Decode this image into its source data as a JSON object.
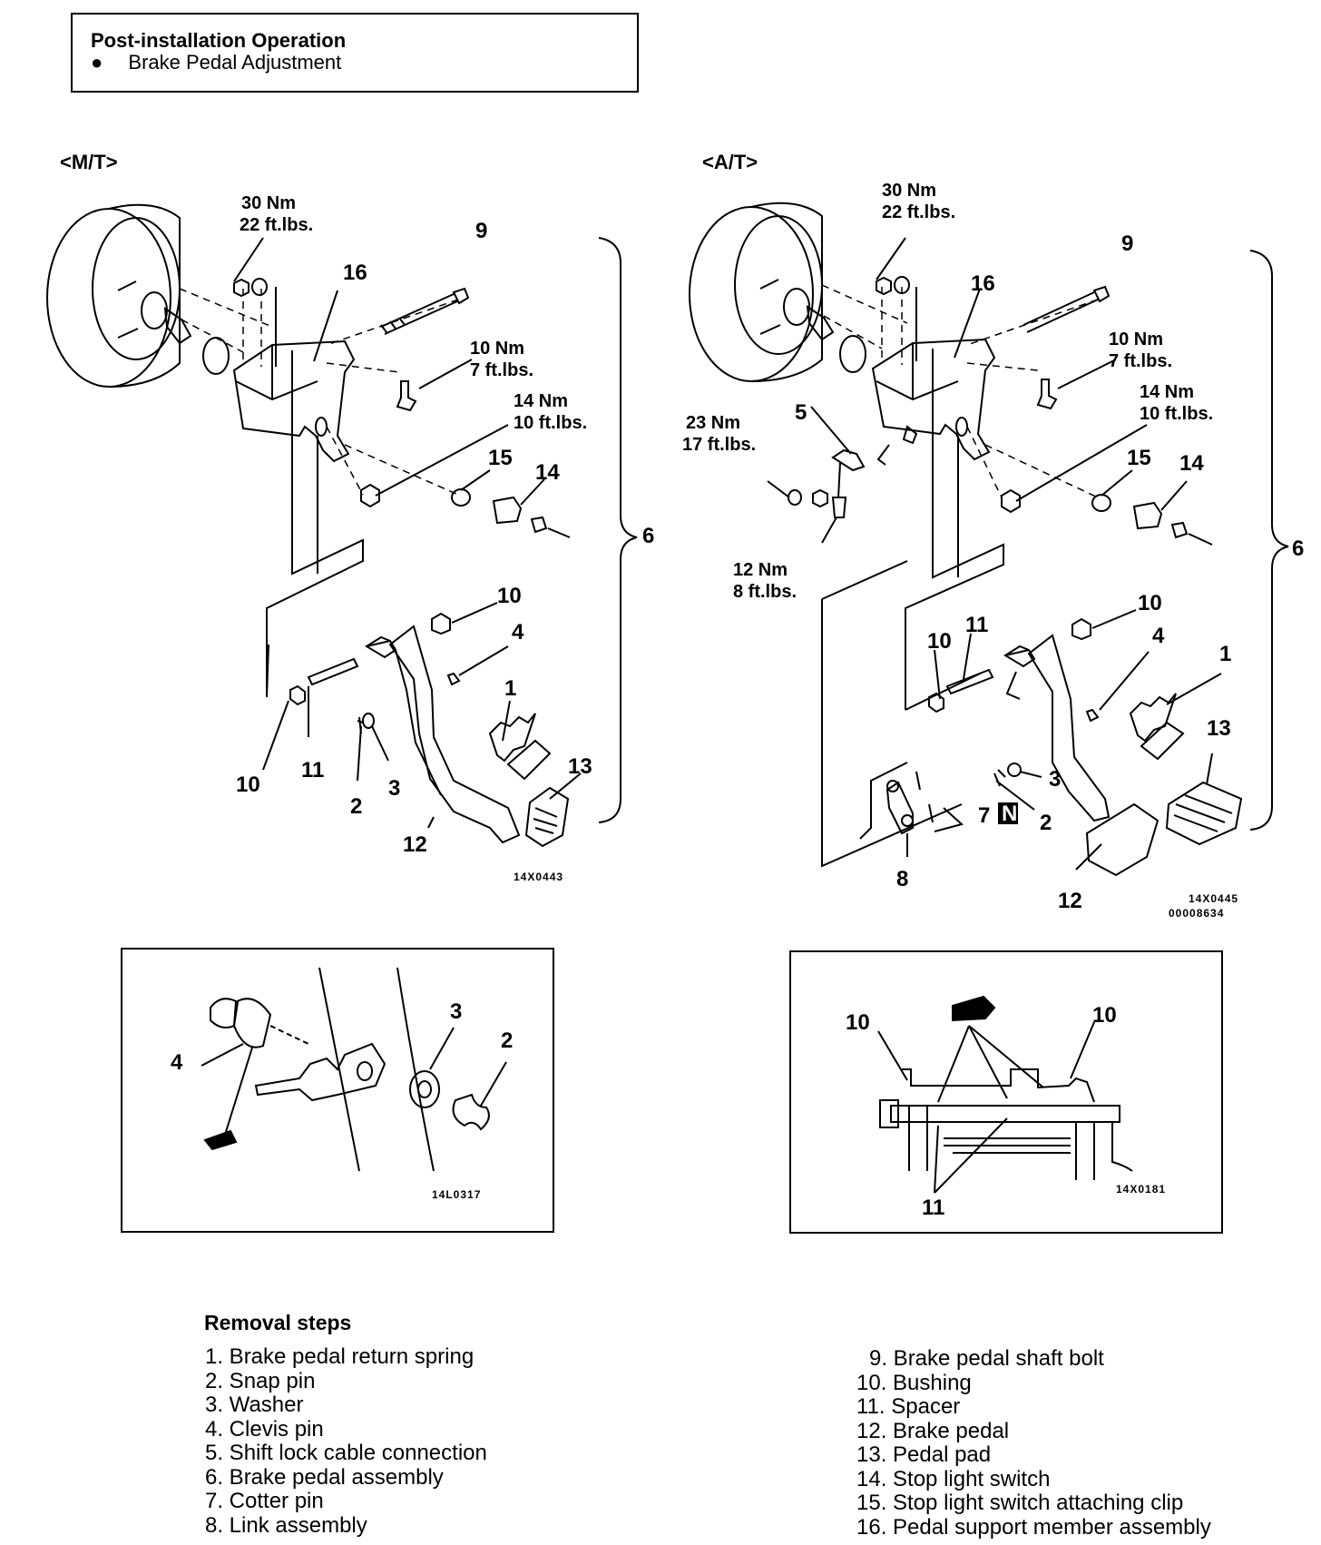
{
  "note": {
    "title": "Post-installation Operation",
    "bullet": "●",
    "item": "Brake Pedal Adjustment"
  },
  "mt": {
    "heading": "<M/T>",
    "torque_30": [
      "30 Nm",
      "22 ft.lbs."
    ],
    "torque_10": [
      "10 Nm",
      "7 ft.lbs."
    ],
    "torque_14": [
      "14 Nm",
      "10 ft.lbs."
    ],
    "code": "14X0443"
  },
  "at": {
    "heading": "<A/T>",
    "torque_30": [
      "30 Nm",
      "22 ft.lbs."
    ],
    "torque_10": [
      "10 Nm",
      "7 ft.lbs."
    ],
    "torque_14": [
      "14 Nm",
      "10 ft.lbs."
    ],
    "torque_23": [
      "23 Nm",
      "17 ft.lbs."
    ],
    "torque_12": [
      "12 Nm",
      "8 ft.lbs."
    ],
    "code": [
      "14X0445",
      "00008634"
    ],
    "n_mark": "N"
  },
  "inset_left": {
    "code": "14L0317"
  },
  "inset_right": {
    "code": "14X0181"
  },
  "callouts": [
    "1",
    "2",
    "3",
    "4",
    "5",
    "6",
    "7",
    "8",
    "9",
    "10",
    "11",
    "12",
    "13",
    "14",
    "15",
    "16"
  ],
  "removal": {
    "title": "Removal steps",
    "left": [
      "1. Brake pedal return spring",
      "2. Snap pin",
      "3. Washer",
      "4. Clevis pin",
      "5. Shift lock cable connection",
      "6. Brake pedal assembly",
      "7. Cotter pin",
      "8. Link assembly"
    ],
    "right": [
      "9. Brake pedal shaft bolt",
      "10. Bushing",
      "11. Spacer",
      "12. Brake pedal",
      "13. Pedal pad",
      "14. Stop light switch",
      "15. Stop light switch attaching clip",
      "16. Pedal support member assembly"
    ]
  }
}
